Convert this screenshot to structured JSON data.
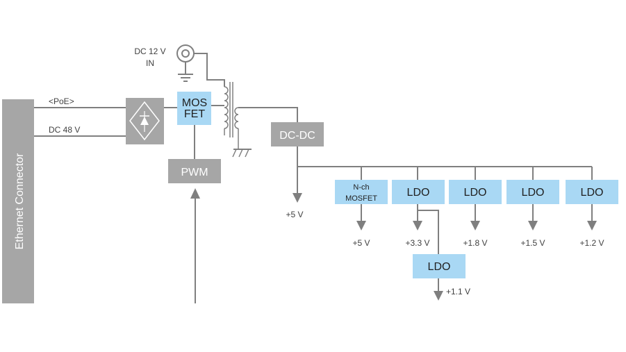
{
  "connector": {
    "label": "Ethernet Connector"
  },
  "inputs": {
    "poe_label": "<PoE>",
    "dc48_label": "DC 48 V",
    "dc12_label_line1": "DC 12 V",
    "dc12_label_line2": "IN"
  },
  "blocks": {
    "mosfet_line1": "MOS",
    "mosfet_line2": "FET",
    "pwm": "PWM",
    "dcdc": "DC-DC",
    "nch_line1": "N-ch",
    "nch_line2": "MOSFET",
    "ldo": "LDO"
  },
  "outputs": {
    "v5_main": "+5 V",
    "v5": "+5 V",
    "v3_3": "+3.3 V",
    "v1_8": "+1.8 V",
    "v1_5": "+1.5 V",
    "v1_2": "+1.2 V",
    "v1_1": "+1.1 V"
  },
  "colors": {
    "grey_block": "#a6a6a6",
    "blue_block": "#a9d8f4",
    "wire": "#7f7f7f"
  }
}
